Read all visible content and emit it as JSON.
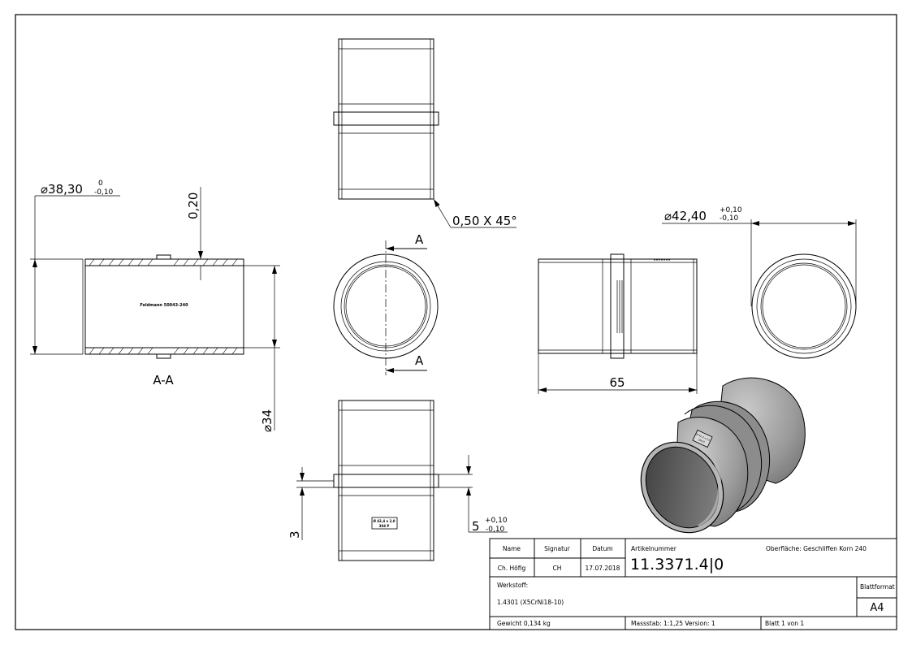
{
  "dimensions": {
    "outer_dia_label": "⌀38,30",
    "outer_dia_tol_upper": "0",
    "outer_dia_tol_lower": "-0,10",
    "wall_label": "0,20",
    "chamfer_label": "0,50 X 45°",
    "collar_dia_label": "⌀42,40",
    "collar_dia_tol_upper": "+0,10",
    "collar_dia_tol_lower": "-0,10",
    "inner_dia_label": "⌀34",
    "length_label": "65",
    "collar_width_label": "3",
    "collar_height_label": "5",
    "collar_height_tol_upper": "+0,10",
    "collar_height_tol_lower": "-0,10"
  },
  "section": {
    "name": "A-A",
    "marker": "A",
    "engraving": "Feldmann 50043-240"
  },
  "stamp": {
    "line1": "Ø 42,4 x 2,0",
    "line2": "304 P"
  },
  "titleblock": {
    "name_header": "Name",
    "signature_header": "Signatur",
    "date_header": "Datum",
    "article_header": "Artikelnummer",
    "surface_text": "Oberfläche:  Geschliffen Korn 240",
    "name_value": "Ch. Höfig",
    "signature_value": "CH",
    "date_value": "17.07.2018",
    "article_value": "11.3371.4|0",
    "material_header": "Werkstoff:",
    "material_value": "1.4301 (X5CrNi18-10)",
    "format_header": "Blattformat",
    "format_value": "A4",
    "weight": "Gewicht 0,134 kg",
    "scale": "Massstab: 1:1,25   Version: 1",
    "sheet": "Blatt 1 von 1"
  }
}
